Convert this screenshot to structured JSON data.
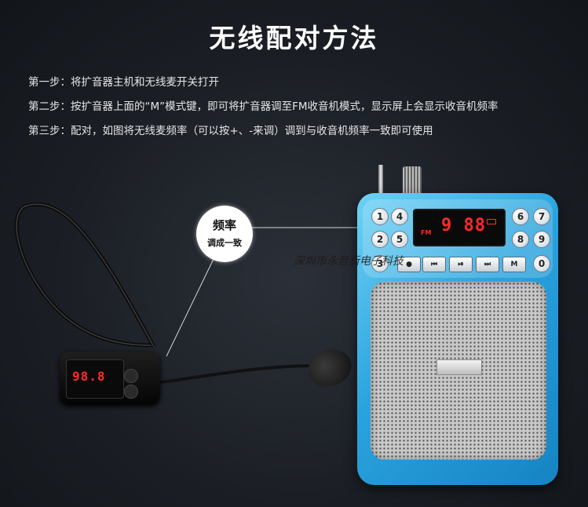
{
  "title": "无线配对方法",
  "steps": [
    "第一步：将扩音器主机和无线麦开关打开",
    "第二步：按扩音器上面的“M”模式键，即可将扩音器调至FM收音机模式，显示屏上会显示收音机频率",
    "第三步：配对，如图将无线麦频率（可以按+、-来调）调到与收音机频率一致即可使用"
  ],
  "callout": {
    "line1": "频率",
    "line2": "调成一致"
  },
  "mic": {
    "frequency": "98.8"
  },
  "speaker": {
    "display": {
      "mode": "FM",
      "frequency": "9 88"
    },
    "keys": [
      "1",
      "4",
      "2",
      "5",
      "3",
      "6",
      "7",
      "8",
      "9",
      "0"
    ],
    "controls": [
      "prev-icon",
      "play-pause-icon",
      "next-icon",
      "M"
    ]
  },
  "watermark": "深圳市永音新电子科技",
  "colors": {
    "device_blue": "#2aa3de",
    "led_red": "#ff2a2a",
    "background": "#1b1f25"
  }
}
